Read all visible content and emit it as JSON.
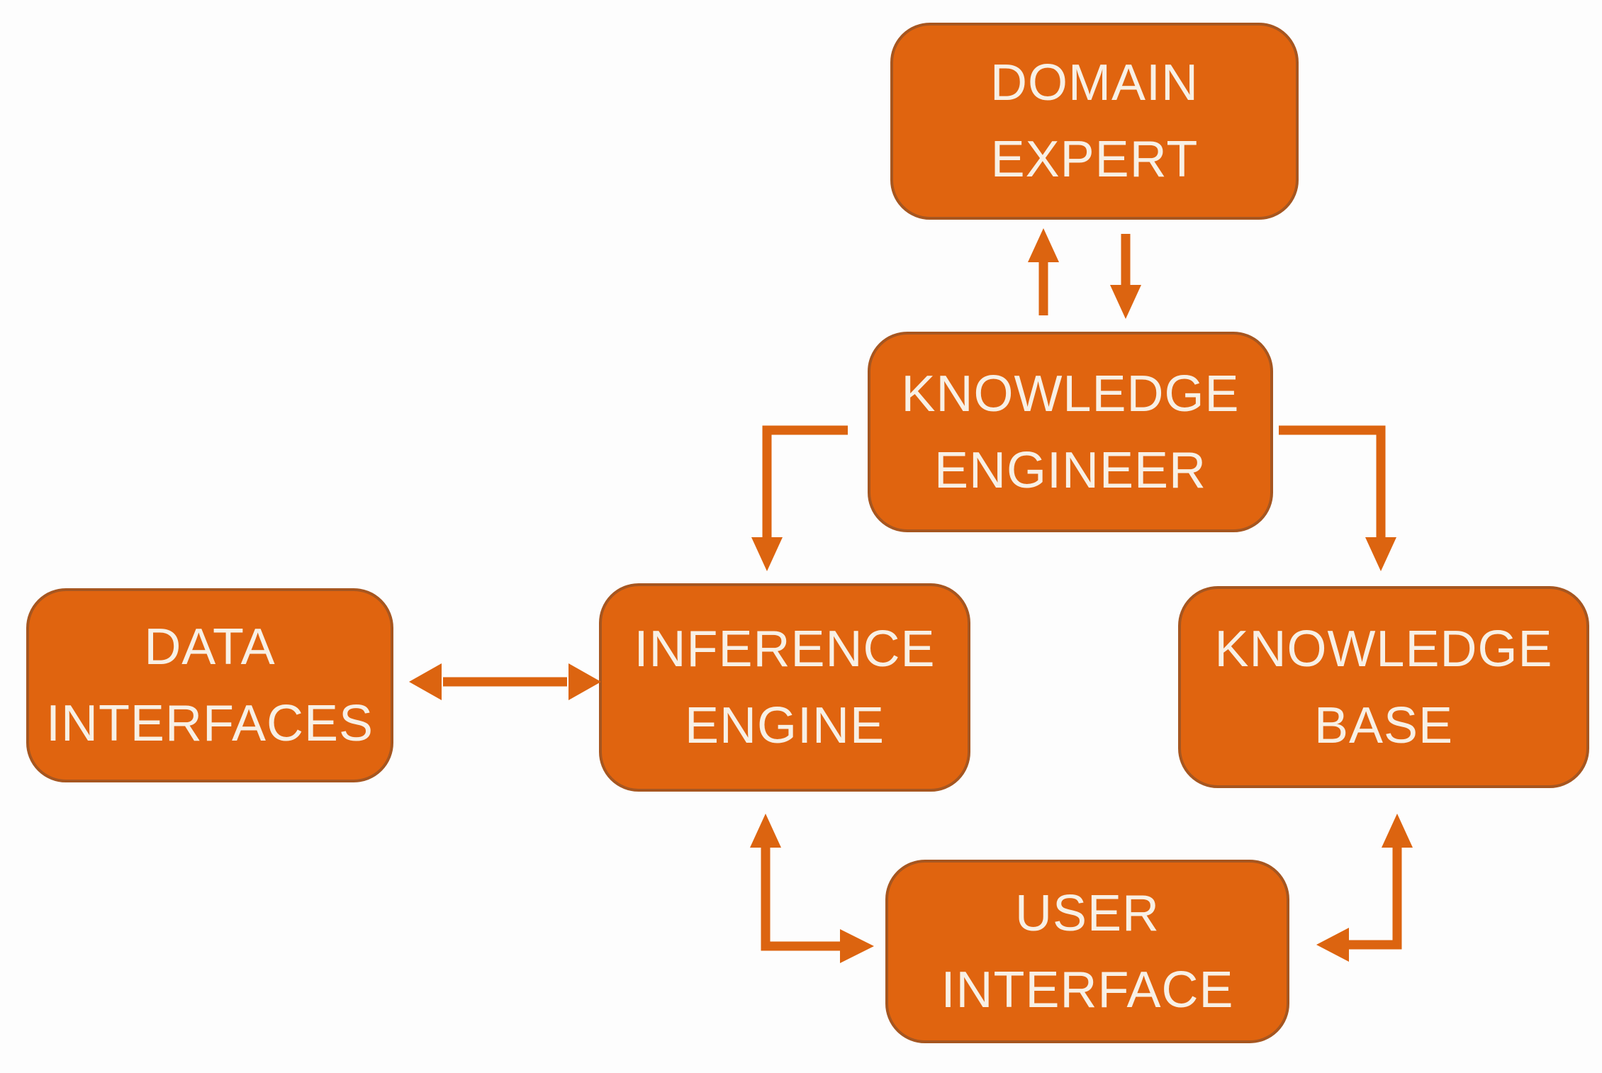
{
  "diagram_type": "flowchart",
  "nodes": {
    "domain_expert": {
      "label": "DOMAIN\nEXPERT"
    },
    "knowledge_engineer": {
      "label": "KNOWLEDGE\nENGINEER"
    },
    "inference_engine": {
      "label": "INFERENCE\nENGINE"
    },
    "data_interfaces": {
      "label": "DATA\nINTERFACES"
    },
    "knowledge_base": {
      "label": "KNOWLEDGE\nBASE"
    },
    "user_interface": {
      "label": "USER\nINTERFACE"
    }
  },
  "edges": [
    {
      "from": "knowledge_engineer",
      "to": "domain_expert",
      "direction": "one-way",
      "shape": "straight-vertical-up"
    },
    {
      "from": "domain_expert",
      "to": "knowledge_engineer",
      "direction": "one-way",
      "shape": "straight-vertical-down"
    },
    {
      "from": "knowledge_engineer",
      "to": "inference_engine",
      "direction": "one-way",
      "shape": "elbow-left-then-down"
    },
    {
      "from": "knowledge_engineer",
      "to": "knowledge_base",
      "direction": "one-way",
      "shape": "elbow-right-then-down"
    },
    {
      "from": "data_interfaces",
      "to": "inference_engine",
      "direction": "bidirectional",
      "shape": "straight-horizontal-double-headed"
    },
    {
      "from": "user_interface",
      "to": "inference_engine",
      "direction": "bidirectional",
      "shape": "elbow-up-and-right"
    },
    {
      "from": "user_interface",
      "to": "knowledge_base",
      "direction": "bidirectional",
      "shape": "elbow-up-and-left"
    }
  ],
  "colors": {
    "box_fill": "#E0640F",
    "box_border": "#A65620",
    "arrow": "#DC6410",
    "text": "#F8F0E5",
    "canvas_bg": "#FDFDFD"
  }
}
